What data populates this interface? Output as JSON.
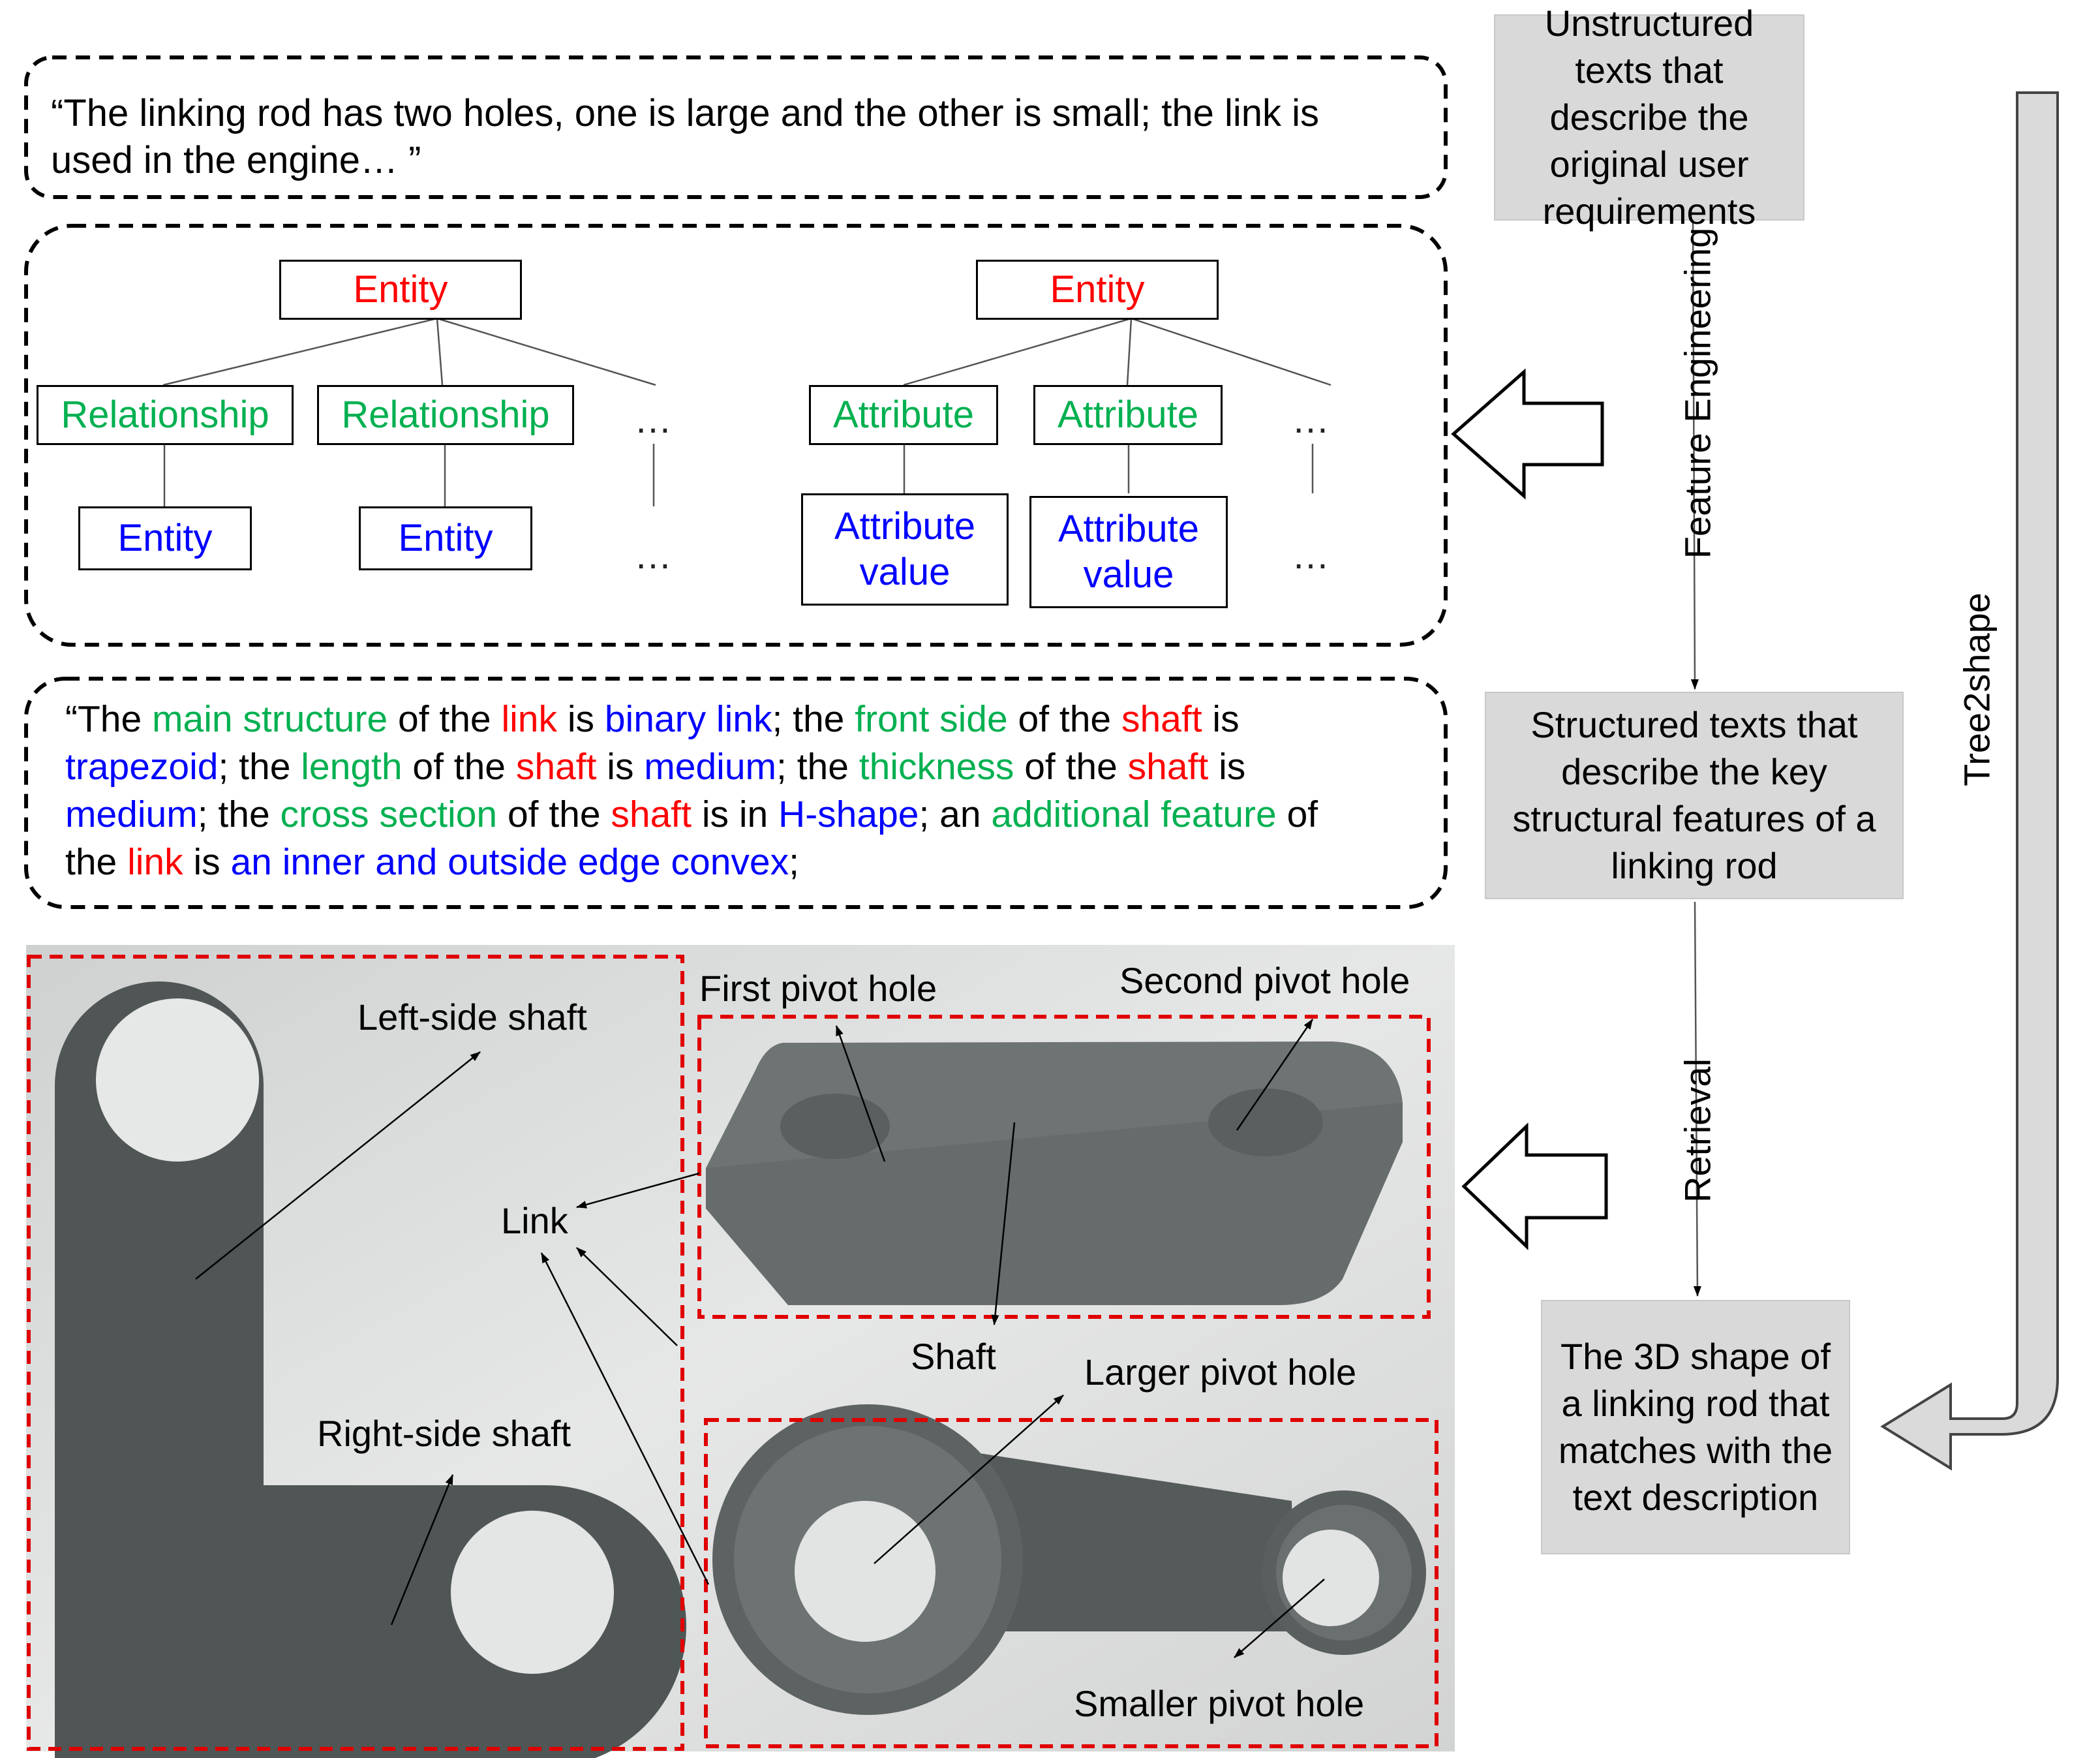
{
  "input_text": "“The linking rod has two holes, one is large and the other is small; the link is used in the engine… ”",
  "tree_left": {
    "root": "Entity",
    "children": [
      "Relationship",
      "Relationship",
      "…"
    ],
    "leaves": [
      "Entity",
      "Entity",
      "…"
    ]
  },
  "tree_right": {
    "root": "Entity",
    "children": [
      "Attribute",
      "Attribute",
      "…"
    ],
    "leaves": [
      "Attribute value",
      "Attribute value",
      "…"
    ]
  },
  "structured_text": {
    "s1": "“The ",
    "s2": "main structure",
    "s3": " of the ",
    "s4": "link",
    "s5": " is ",
    "s6": "binary link",
    "s7": "; the ",
    "s8": "front side",
    "s9": " of the ",
    "s10": "shaft",
    "s11": " is ",
    "s12": "trapezoid",
    "s13": "; the ",
    "s14": "length",
    "s15": " of the ",
    "s16": "shaft",
    "s17": " is ",
    "s18": "medium",
    "s19": "; the ",
    "s20": "thickness",
    "s21": " of the ",
    "s22": "shaft",
    "s23": " is ",
    "s24": "medium",
    "s25": "; the ",
    "s26": "cross section",
    "s27": " of the ",
    "s28": "shaft",
    "s29": " is in ",
    "s30": "H-shape",
    "s31": "; an ",
    "s32": "additional feature",
    "s33": " of ",
    "s34": "the ",
    "s35": "link",
    "s36": " is ",
    "s37": "an inner and outside edge convex",
    "s38": ";"
  },
  "flow": {
    "step1": "Unstructured texts that describe the original user requirements",
    "step2": "Structured texts that describe the key structural features of a linking rod",
    "step3": "The 3D shape of a linking rod that matches with the text description",
    "feature_engineering": "Feature Engineering",
    "retrieval": "Retrieval",
    "tree2shape": "Tree2shape"
  },
  "shape_labels": {
    "left_side_shaft": "Left-side shaft",
    "right_side_shaft": "Right-side shaft",
    "link": "Link",
    "first_pivot_hole": "First pivot hole",
    "second_pivot_hole": "Second pivot hole",
    "shaft": "Shaft",
    "larger_pivot_hole": "Larger pivot hole",
    "smaller_pivot_hole": "Smaller pivot hole"
  },
  "colors": {
    "entity": "#ff0000",
    "relationship": "#00b050",
    "value": "#0000ff",
    "frame_dashed": "#e00000",
    "process_box": "#d9d9d9",
    "part": "#555a5a"
  }
}
